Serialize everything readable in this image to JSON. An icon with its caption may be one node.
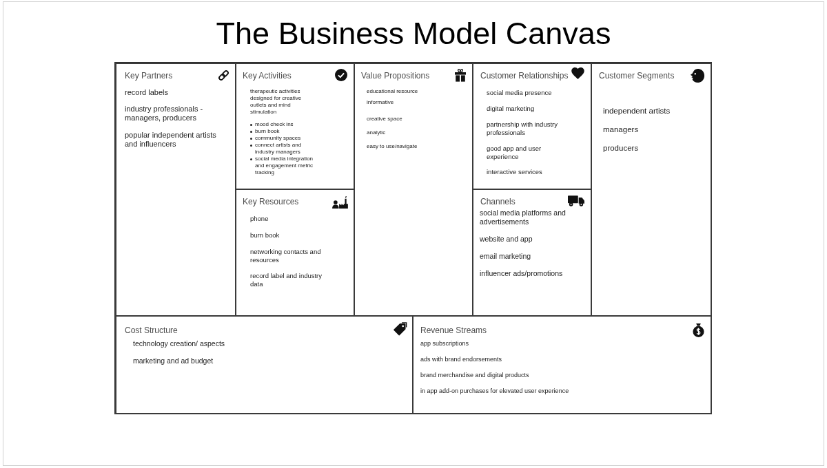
{
  "diagram": {
    "title": "The Business Model Canvas",
    "nodes": [
      {
        "text": [
          "Key Partners",
          "record labels",
          "industry professionals - managers, producers",
          "popular independent artists and influencers"
        ]
      },
      {
        "text": [
          "Key Activities",
          "therapeutic activities designed for creative outlets and mind stimulation",
          "mood check ins",
          "burn book",
          "community spaces",
          "connect artists and industry managers",
          "social media integration and engagement metric tracking"
        ]
      },
      {
        "text": [
          "Value Propositions",
          "educational resource",
          "informative",
          "creative space",
          "analytic",
          "easy to use/navigate"
        ]
      },
      {
        "text": [
          "Customer Relationships",
          "social media presence",
          "digital marketing",
          "partnership with industry professionals",
          "good app and user experience",
          "interactive services"
        ]
      },
      {
        "text": [
          "Customer Segments",
          "independent artists",
          "managers",
          "producers"
        ]
      },
      {
        "text": [
          "Key Resources",
          "phone",
          "burn book",
          "networking contacts and resources",
          "record label and industry data"
        ]
      },
      {
        "text": [
          "Channels",
          "social media platforms and advertisements",
          "website and app",
          "email marketing",
          "influencer ads/promotions"
        ]
      },
      {
        "text": [
          "Cost Structure",
          "technology creation/ aspects",
          "marketing and ad budget"
        ]
      },
      {
        "text": [
          "Revenue Streams",
          "app subscriptions",
          "ads with brand endorsements",
          "brand merchandise and digital products",
          "in app add-on purchases for elevated user experience"
        ]
      }
    ]
  }
}
